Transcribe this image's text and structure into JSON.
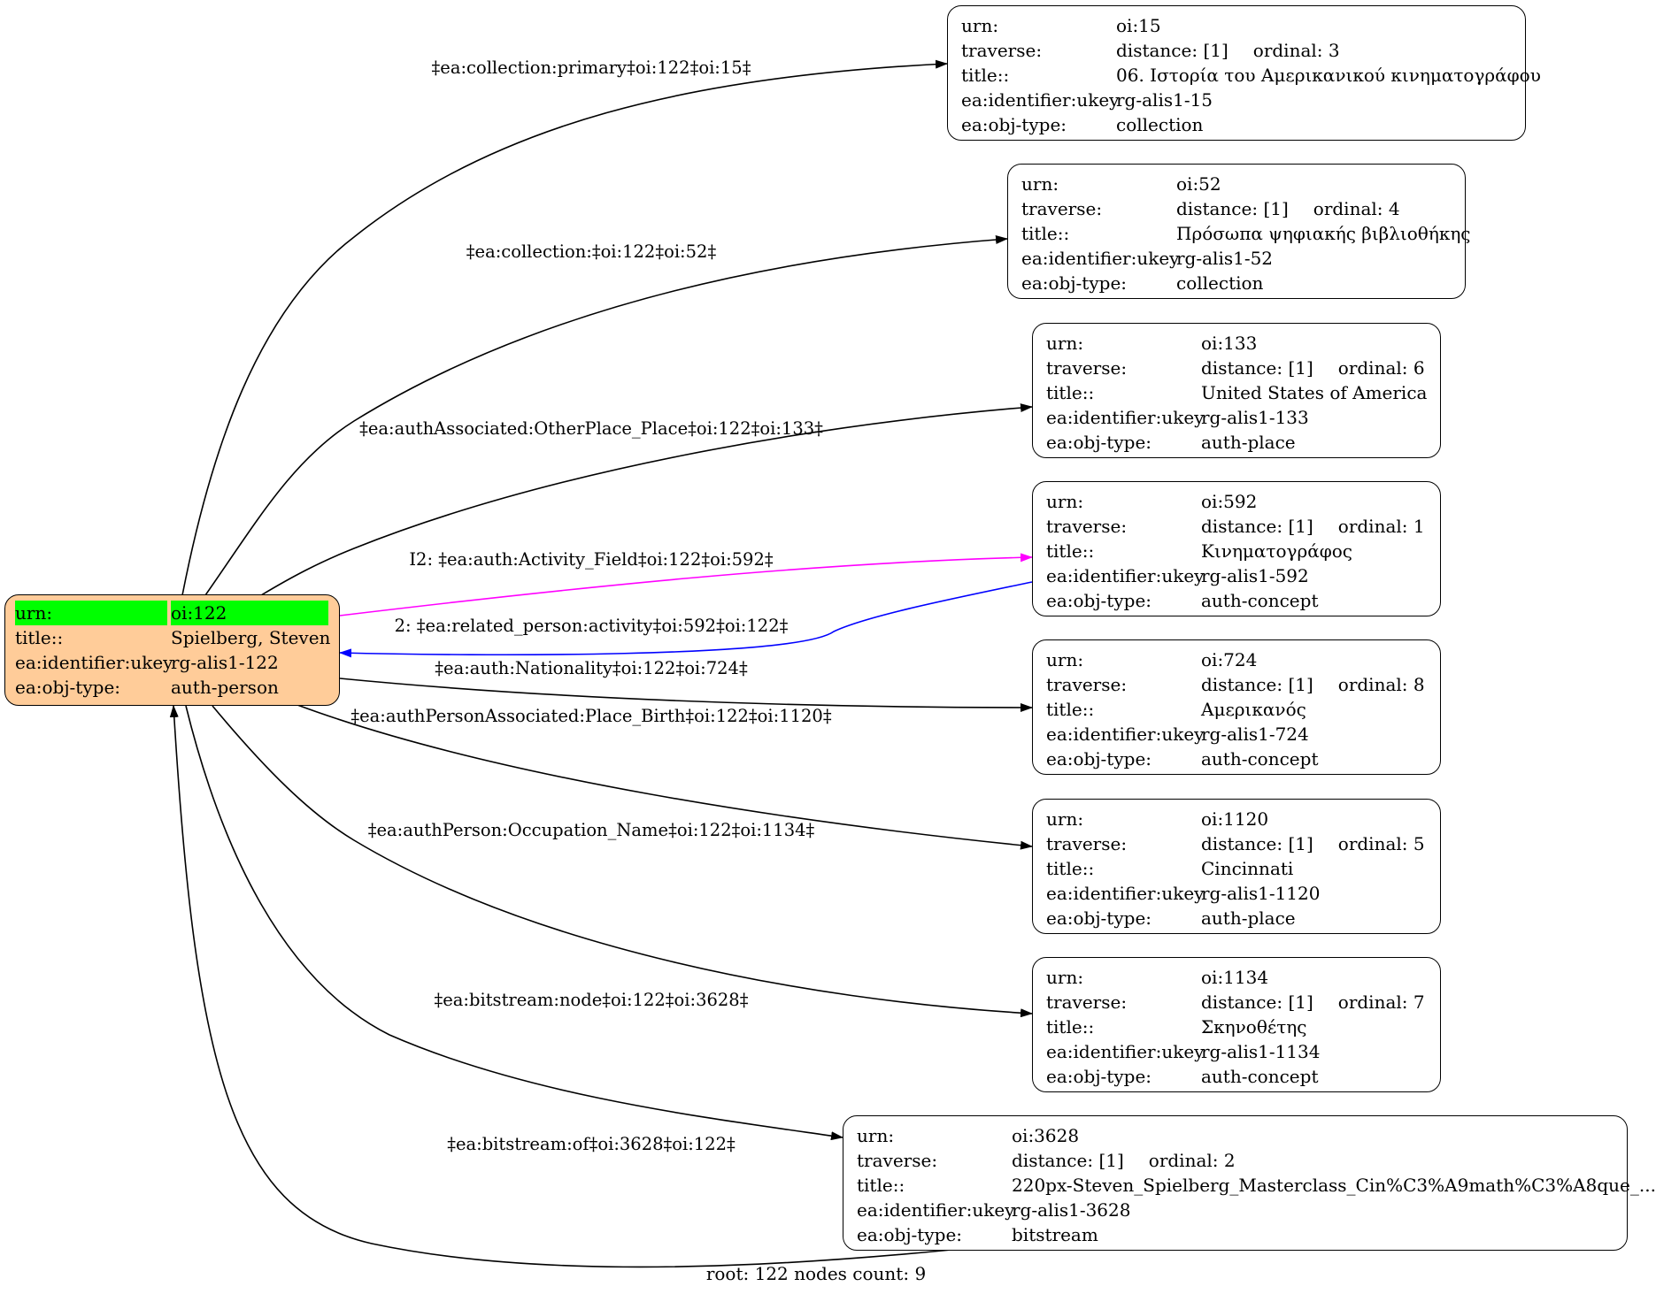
{
  "root": {
    "rows": [
      {
        "key": "urn:",
        "value": "oi:122"
      },
      {
        "key": "title::",
        "value": "Spielberg, Steven"
      },
      {
        "key": "ea:identifier:ukey",
        "value": "rg-alis1-122"
      },
      {
        "key": "ea:obj-type:",
        "value": "auth-person"
      }
    ]
  },
  "nodes": [
    {
      "urn": "oi:15",
      "distance": "distance: [1]",
      "ordinal": "ordinal: 3",
      "title": "06. Ιστορία του Αμερικανικού κινηματογράφου",
      "ukey": "rg-alis1-15",
      "type": "collection"
    },
    {
      "urn": "oi:52",
      "distance": "distance: [1]",
      "ordinal": "ordinal: 4",
      "title": "Πρόσωπα ψηφιακής βιβλιοθήκης",
      "ukey": "rg-alis1-52",
      "type": "collection"
    },
    {
      "urn": "oi:133",
      "distance": "distance: [1]",
      "ordinal": "ordinal: 6",
      "title": "United States of America",
      "ukey": "rg-alis1-133",
      "type": "auth-place"
    },
    {
      "urn": "oi:592",
      "distance": "distance: [1]",
      "ordinal": "ordinal: 1",
      "title": "Κινηματογράφος",
      "ukey": "rg-alis1-592",
      "type": "auth-concept"
    },
    {
      "urn": "oi:724",
      "distance": "distance: [1]",
      "ordinal": "ordinal: 8",
      "title": "Αμερικανός",
      "ukey": "rg-alis1-724",
      "type": "auth-concept"
    },
    {
      "urn": "oi:1120",
      "distance": "distance: [1]",
      "ordinal": "ordinal: 5",
      "title": "Cincinnati",
      "ukey": "rg-alis1-1120",
      "type": "auth-place"
    },
    {
      "urn": "oi:1134",
      "distance": "distance: [1]",
      "ordinal": "ordinal: 7",
      "title": "Σκηνοθέτης",
      "ukey": "rg-alis1-1134",
      "type": "auth-concept"
    },
    {
      "urn": "oi:3628",
      "distance": "distance: [1]",
      "ordinal": "ordinal: 2",
      "title": "220px-Steven_Spielberg_Masterclass_Cin%C3%A9math%C3%A8que_...",
      "ukey": "rg-alis1-3628",
      "type": "bitstream"
    }
  ],
  "keys": {
    "urn": "urn:",
    "traverse": "traverse:",
    "title": "title::",
    "ukey": "ea:identifier:ukey",
    "type": "ea:obj-type:"
  },
  "edges": [
    {
      "label": "‡ea:collection:primary‡oi:122‡oi:15‡",
      "color": "#000000"
    },
    {
      "label": "‡ea:collection:‡oi:122‡oi:52‡",
      "color": "#000000"
    },
    {
      "label": "‡ea:authAssociated:OtherPlace_Place‡oi:122‡oi:133‡",
      "color": "#000000"
    },
    {
      "label": "I2: ‡ea:auth:Activity_Field‡oi:122‡oi:592‡",
      "color": "#ff00ff"
    },
    {
      "label": "2: ‡ea:related_person:activity‡oi:592‡oi:122‡",
      "color": "#0000ff"
    },
    {
      "label": "‡ea:auth:Nationality‡oi:122‡oi:724‡",
      "color": "#000000"
    },
    {
      "label": "‡ea:authPersonAssociated:Place_Birth‡oi:122‡oi:1120‡",
      "color": "#000000"
    },
    {
      "label": "‡ea:authPerson:Occupation_Name‡oi:122‡oi:1134‡",
      "color": "#000000"
    },
    {
      "label": "‡ea:bitstream:node‡oi:122‡oi:3628‡",
      "color": "#000000"
    },
    {
      "label": "‡ea:bitstream:of‡oi:3628‡oi:122‡",
      "color": "#000000"
    }
  ],
  "footer": "root: 122 nodes count: 9"
}
